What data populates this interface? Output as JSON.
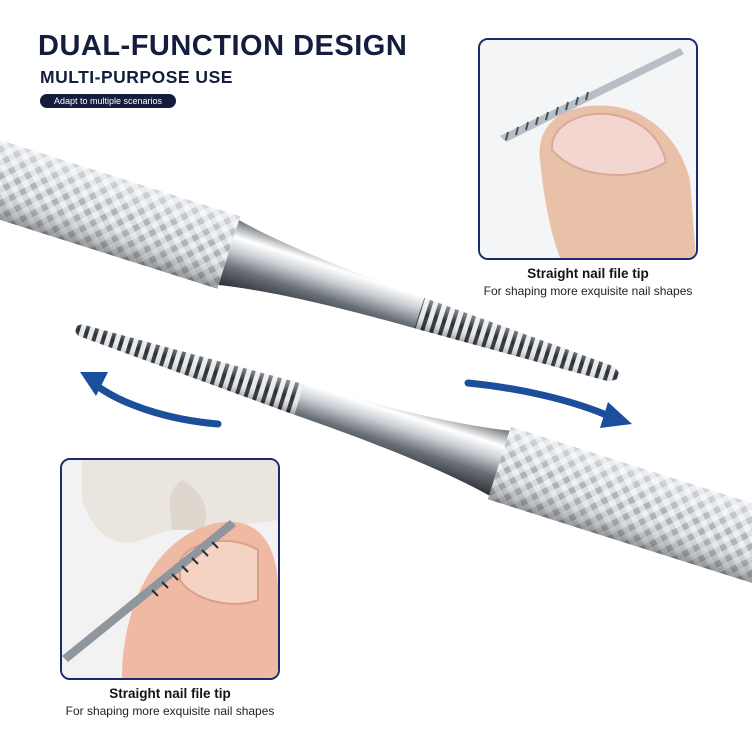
{
  "header": {
    "title": "DUAL-FUNCTION DESIGN",
    "subtitle": "MULTI-PURPOSE USE",
    "badge": "Adapt to multiple scenarios"
  },
  "callouts": [
    {
      "title": "Straight nail file tip",
      "description": "For shaping more exquisite nail shapes"
    },
    {
      "title": "Straight nail file tip",
      "description": "For shaping more exquisite nail shapes"
    }
  ],
  "colors": {
    "navy": "#141d3d",
    "frame_border": "#1a2a6c",
    "arrow_blue": "#1b4f9c"
  }
}
